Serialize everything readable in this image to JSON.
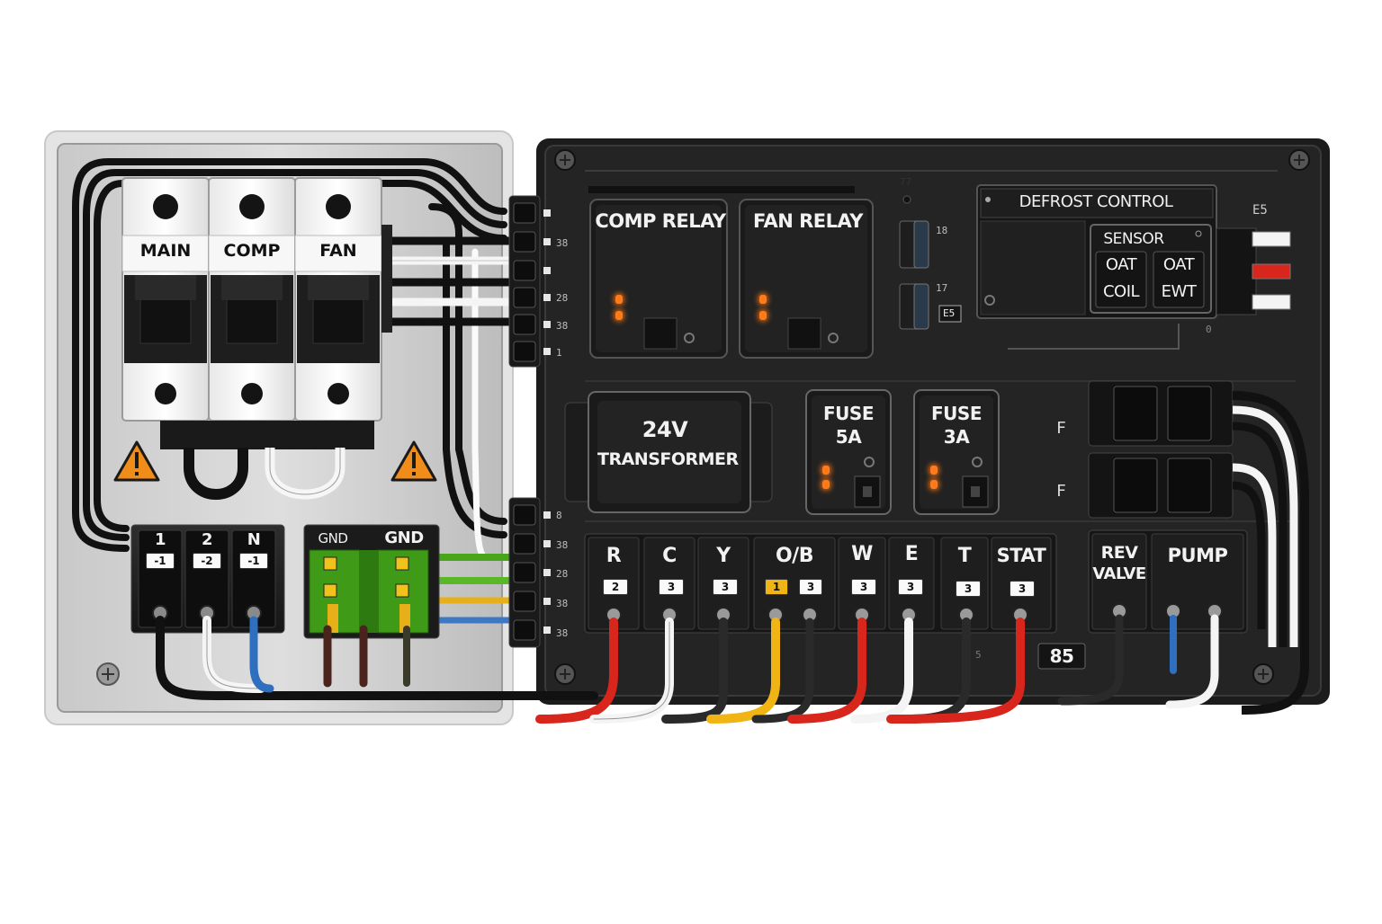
{
  "breakers": [
    "MAIN",
    "COMP",
    "FAN"
  ],
  "line_terminals": [
    {
      "label": "1",
      "tag": "-1"
    },
    {
      "label": "2",
      "tag": "-2"
    },
    {
      "label": "N",
      "tag": "-1"
    }
  ],
  "ground_terminals": [
    "GND",
    "GND"
  ],
  "relays": {
    "comp": "COMP RELAY",
    "fan": "FAN RELAY"
  },
  "transformer": {
    "line1": "24V",
    "line2": "TRANSFORMER"
  },
  "fuses": [
    {
      "line1": "FUSE",
      "line2": "5A"
    },
    {
      "line1": "FUSE",
      "line2": "3A"
    }
  ],
  "defrost": {
    "title": "DEFROST CONTROL",
    "sensor_title": "SENSOR",
    "sensor_left": {
      "top": "OAT",
      "bottom": "COIL"
    },
    "sensor_right": {
      "top": "OAT",
      "bottom": "EWT"
    }
  },
  "low_voltage_terminals": [
    {
      "label": "R",
      "tag": "2"
    },
    {
      "label": "C",
      "tag": "3"
    },
    {
      "label": "Y",
      "tag": "3"
    },
    {
      "label": "O/B",
      "tag": "1",
      "tag2": "3"
    },
    {
      "label": "W",
      "tag": "3"
    },
    {
      "label": "E",
      "tag": "3"
    },
    {
      "label": "T",
      "tag": "3"
    },
    {
      "label": "STAT",
      "tag": "3"
    }
  ],
  "aux_terminals": [
    {
      "label1": "REV",
      "label2": "VALVE"
    },
    {
      "label1": "PUMP",
      "label2": ""
    }
  ],
  "small_marks": {
    "badge": "85",
    "top": "77",
    "right_top": "E5",
    "side_f1": "F",
    "side_f2": "F",
    "conn_a": "38",
    "conn_b": "28",
    "conn_c": "38",
    "conn_d": "1",
    "conn_e": "8",
    "conn_f": "38",
    "conn_g": "28",
    "conn_h": "38",
    "conn_i": "38",
    "fuse_a": "18",
    "fuse_b": "17",
    "fuse_tag": "E5",
    "d_mark": "0",
    "s_mark": "5"
  },
  "colors": {
    "panel": "#232323",
    "enclosure": "#d8d8d8",
    "breaker": "#f1f1f1",
    "led": "#ff7a1a",
    "wire_red": "#d9261c",
    "wire_yellow": "#f0b414",
    "wire_blue": "#2f6fc0",
    "wire_green": "#4aaa1a",
    "wire_brown": "#4a241c",
    "warning": "#f08c1a"
  }
}
